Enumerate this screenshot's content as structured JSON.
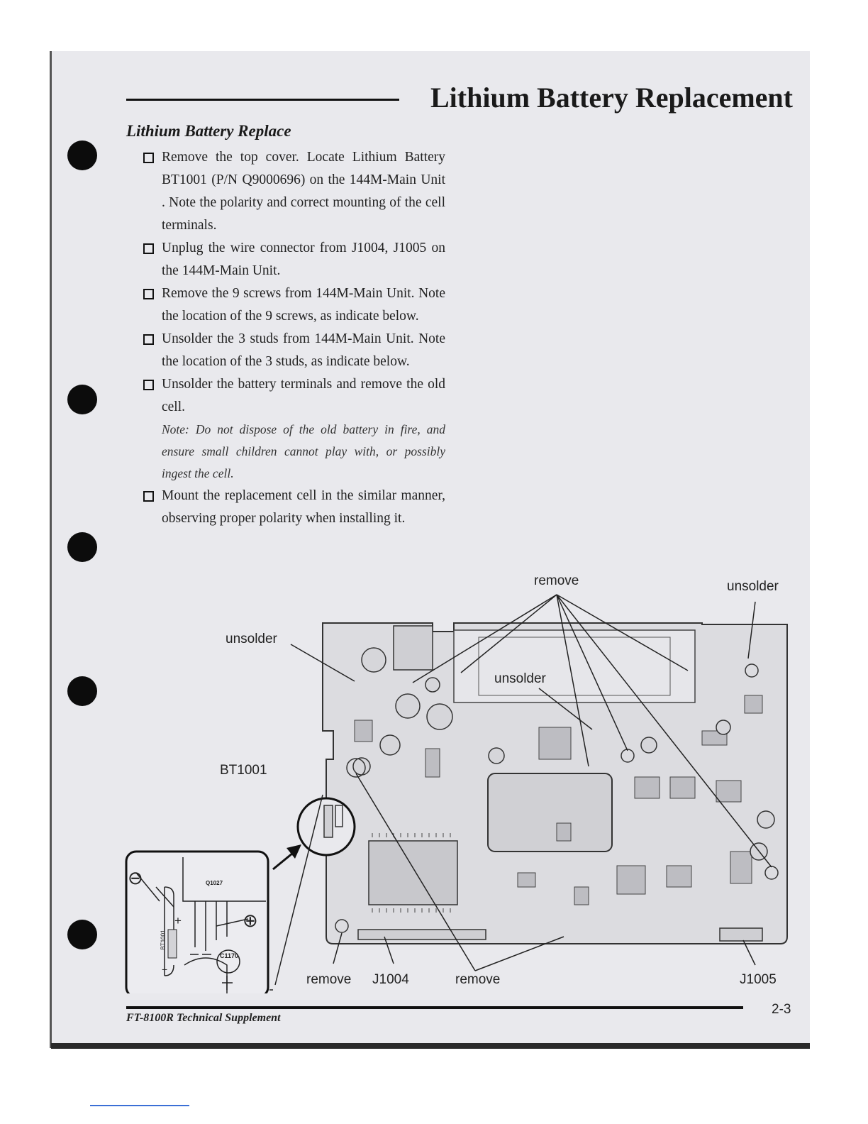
{
  "header": {
    "title": "Lithium Battery Replacement",
    "subtitle": "Lithium Battery Replace"
  },
  "steps": [
    {
      "text": "Remove the top cover. Locate Lithium Battery BT1001 (P/N Q9000696) on the 144M-Main Unit . Note the polarity and correct mounting of the cell terminals."
    },
    {
      "text": "Unplug the wire connector from J1004, J1005 on the 144M-Main Unit."
    },
    {
      "text": "Remove the 9 screws from 144M-Main Unit. Note the location of the 9 screws, as indicate below."
    },
    {
      "text": "Unsolder the 3 studs from 144M-Main Unit. Note the location of the 3 studs, as indicate below."
    },
    {
      "text": "Unsolder the battery terminals and remove the old cell.",
      "note": "Note: Do not dispose of the old battery in fire, and ensure small children cannot play with, or possibly ingest the cell."
    },
    {
      "text": "Mount the replacement cell in the similar manner, observing proper polarity when installing it."
    }
  ],
  "diagram": {
    "labels": {
      "remove_top": "remove",
      "unsolder_right": "unsolder",
      "unsolder_left": "unsolder",
      "unsolder_mid": "unsolder",
      "bt1001": "BT1001",
      "remove_bottom_left": "remove",
      "j1004": "J1004",
      "remove_bottom_mid": "remove",
      "j1005": "J1005"
    },
    "inset": {
      "minus": "⊖",
      "plus": "⊕",
      "minus_sign": "−",
      "plus_sign": "+",
      "part_bt": "BT1001",
      "part_q": "Q1027",
      "part_c": "C1170"
    }
  },
  "footer": {
    "text": "FT-8100R Technical Supplement",
    "page": "2-3"
  }
}
